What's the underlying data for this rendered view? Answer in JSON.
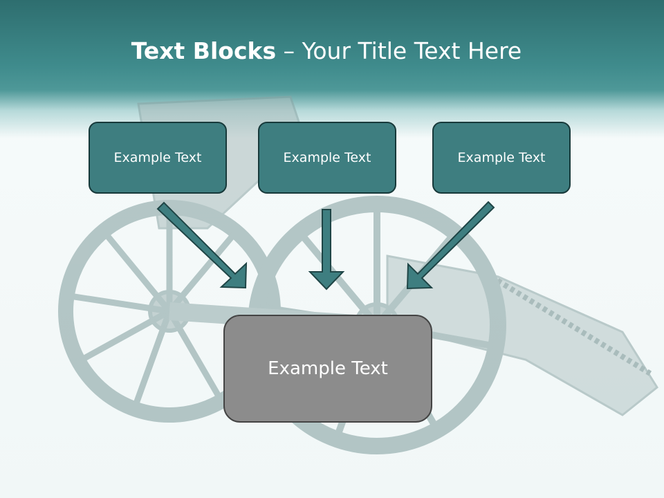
{
  "slide": {
    "title_bold": "Text Blocks",
    "title_separator": " – ",
    "title_rest": "Your Title Text Here",
    "blocks": [
      {
        "label": "Example Text"
      },
      {
        "label": "Example Text"
      },
      {
        "label": "Example Text"
      }
    ],
    "main_block": {
      "label": "Example Text"
    }
  },
  "colors": {
    "header": "#3f8b8c",
    "block_fill": "#3e7e80",
    "block_border": "#17393a",
    "arrow_fill": "#3e7e80",
    "main_fill": "#8c8c8c",
    "main_border": "#444444"
  },
  "background_image": {
    "subject": "cannon-illustration"
  }
}
